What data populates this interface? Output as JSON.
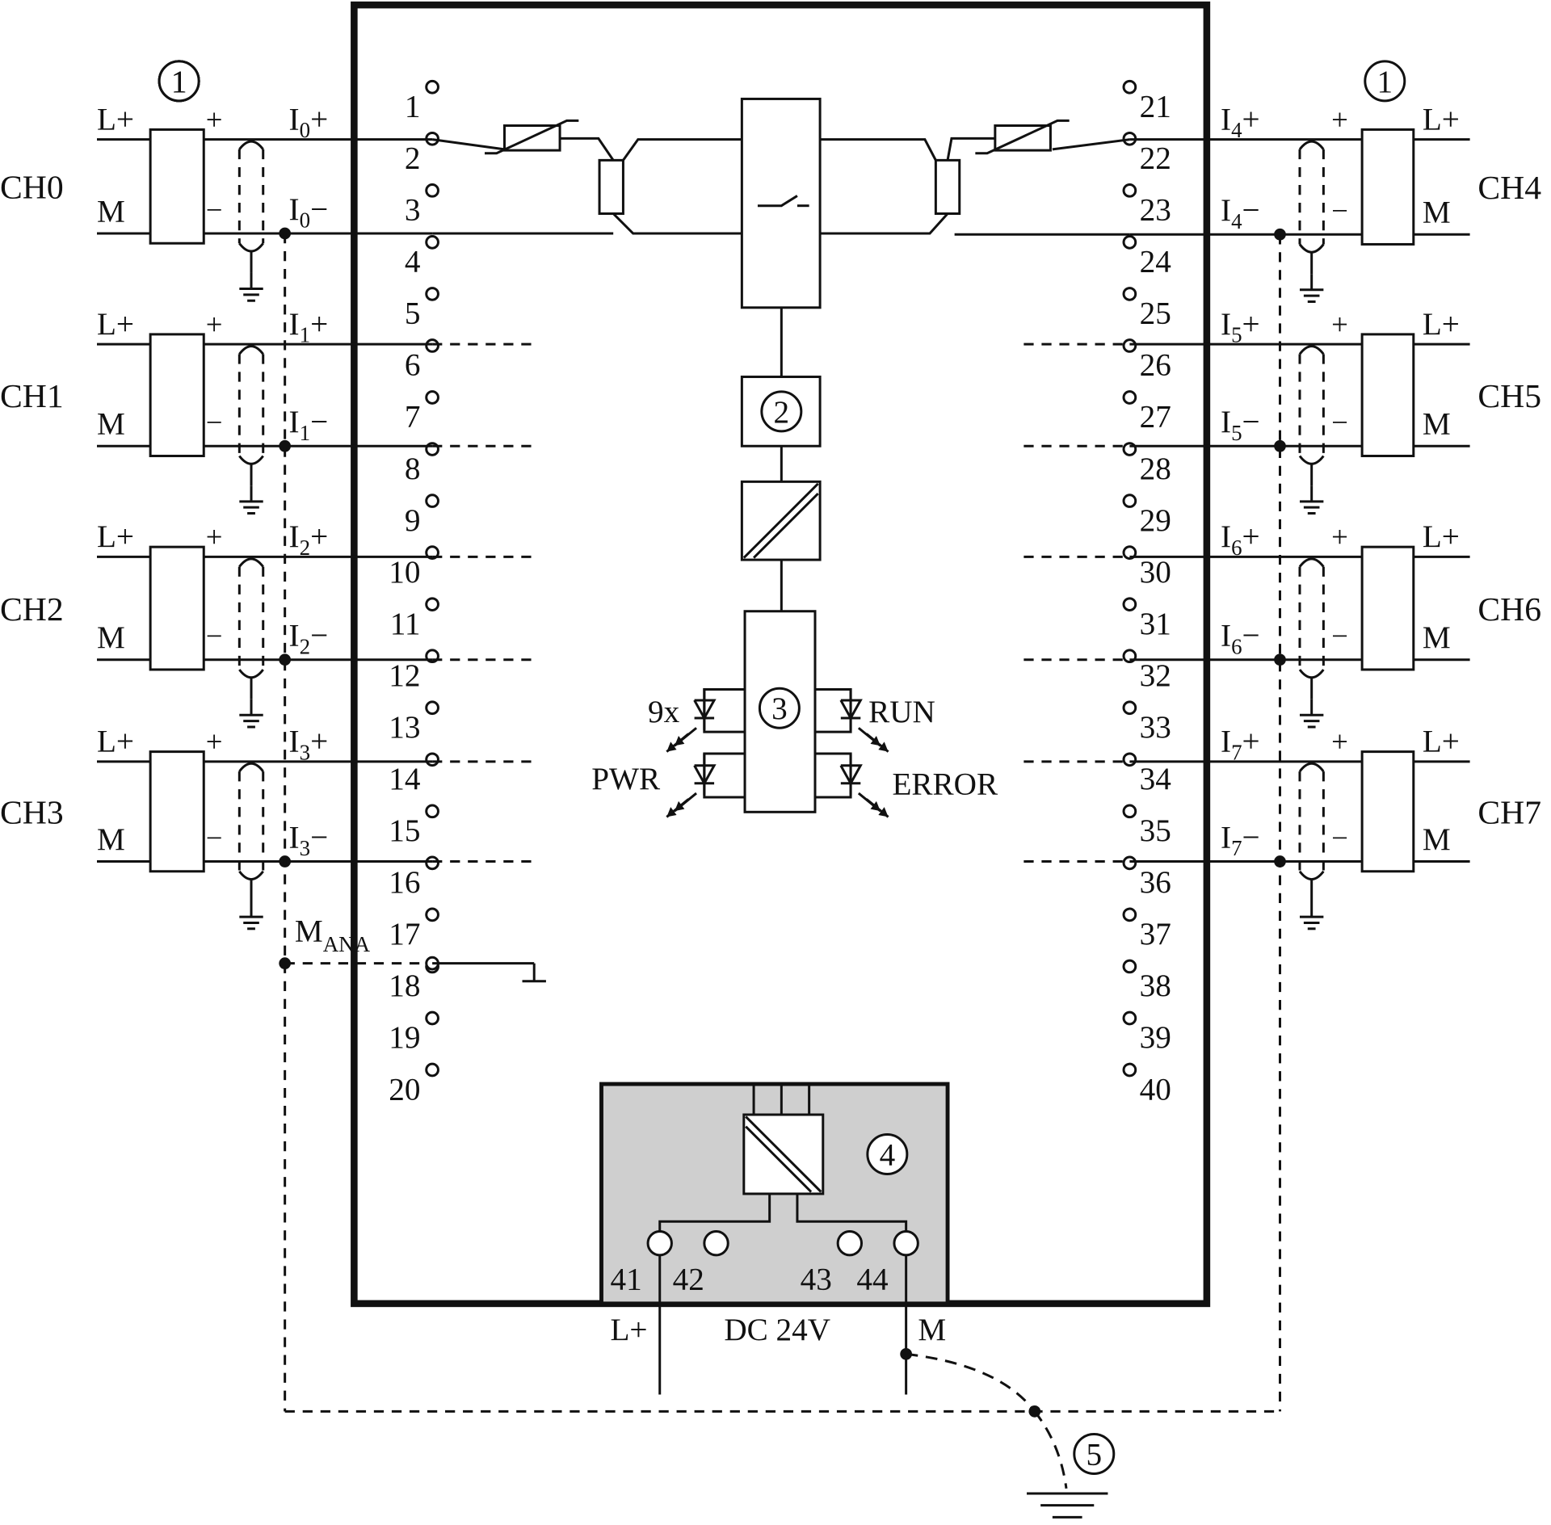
{
  "markers": {
    "m1": "1",
    "m2": "2",
    "m3": "3",
    "m4": "4",
    "m5": "5"
  },
  "left_channels": [
    {
      "name": "CH0",
      "plus": "L+",
      "minus": "M",
      "ip_main": "I",
      "ip_sub": "0",
      "ip_sign": "+",
      "im_main": "I",
      "im_sub": "0",
      "im_sign": "−",
      "pol_p": "+",
      "pol_m": "−"
    },
    {
      "name": "CH1",
      "plus": "L+",
      "minus": "M",
      "ip_main": "I",
      "ip_sub": "1",
      "ip_sign": "+",
      "im_main": "I",
      "im_sub": "1",
      "im_sign": "−",
      "pol_p": "+",
      "pol_m": "−"
    },
    {
      "name": "CH2",
      "plus": "L+",
      "minus": "M",
      "ip_main": "I",
      "ip_sub": "2",
      "ip_sign": "+",
      "im_main": "I",
      "im_sub": "2",
      "im_sign": "−",
      "pol_p": "+",
      "pol_m": "−"
    },
    {
      "name": "CH3",
      "plus": "L+",
      "minus": "M",
      "ip_main": "I",
      "ip_sub": "3",
      "ip_sign": "+",
      "im_main": "I",
      "im_sub": "3",
      "im_sign": "−",
      "pol_p": "+",
      "pol_m": "−"
    }
  ],
  "right_channels": [
    {
      "name": "CH4",
      "plus": "L+",
      "minus": "M",
      "ip_main": "I",
      "ip_sub": "4",
      "ip_sign": "+",
      "im_main": "I",
      "im_sub": "4",
      "im_sign": "−",
      "pol_p": "+",
      "pol_m": "−"
    },
    {
      "name": "CH5",
      "plus": "L+",
      "minus": "M",
      "ip_main": "I",
      "ip_sub": "5",
      "ip_sign": "+",
      "im_main": "I",
      "im_sub": "5",
      "im_sign": "−",
      "pol_p": "+",
      "pol_m": "−"
    },
    {
      "name": "CH6",
      "plus": "L+",
      "minus": "M",
      "ip_main": "I",
      "ip_sub": "6",
      "ip_sign": "+",
      "im_main": "I",
      "im_sub": "6",
      "im_sign": "−",
      "pol_p": "+",
      "pol_m": "−"
    },
    {
      "name": "CH7",
      "plus": "L+",
      "minus": "M",
      "ip_main": "I",
      "ip_sub": "7",
      "ip_sign": "+",
      "im_main": "I",
      "im_sub": "7",
      "im_sign": "−",
      "pol_p": "+",
      "pol_m": "−"
    }
  ],
  "terminals_left": [
    "1",
    "2",
    "3",
    "4",
    "5",
    "6",
    "7",
    "8",
    "9",
    "10",
    "11",
    "12",
    "13",
    "14",
    "15",
    "16",
    "17",
    "18",
    "19",
    "20"
  ],
  "terminals_right": [
    "21",
    "22",
    "23",
    "24",
    "25",
    "26",
    "27",
    "28",
    "29",
    "30",
    "31",
    "32",
    "33",
    "34",
    "35",
    "36",
    "37",
    "38",
    "39",
    "40"
  ],
  "terminals_supply": [
    "41",
    "42",
    "43",
    "44"
  ],
  "mana": {
    "main": "M",
    "sub": "ANA"
  },
  "leds": {
    "nine_x": "9x",
    "pwr": "PWR",
    "run": "RUN",
    "error": "ERROR"
  },
  "supply": {
    "lplus": "L+",
    "dc": "DC 24V",
    "m": "M"
  },
  "colors": {
    "line": "#111111",
    "shaded_box": "#cfcfcf"
  }
}
